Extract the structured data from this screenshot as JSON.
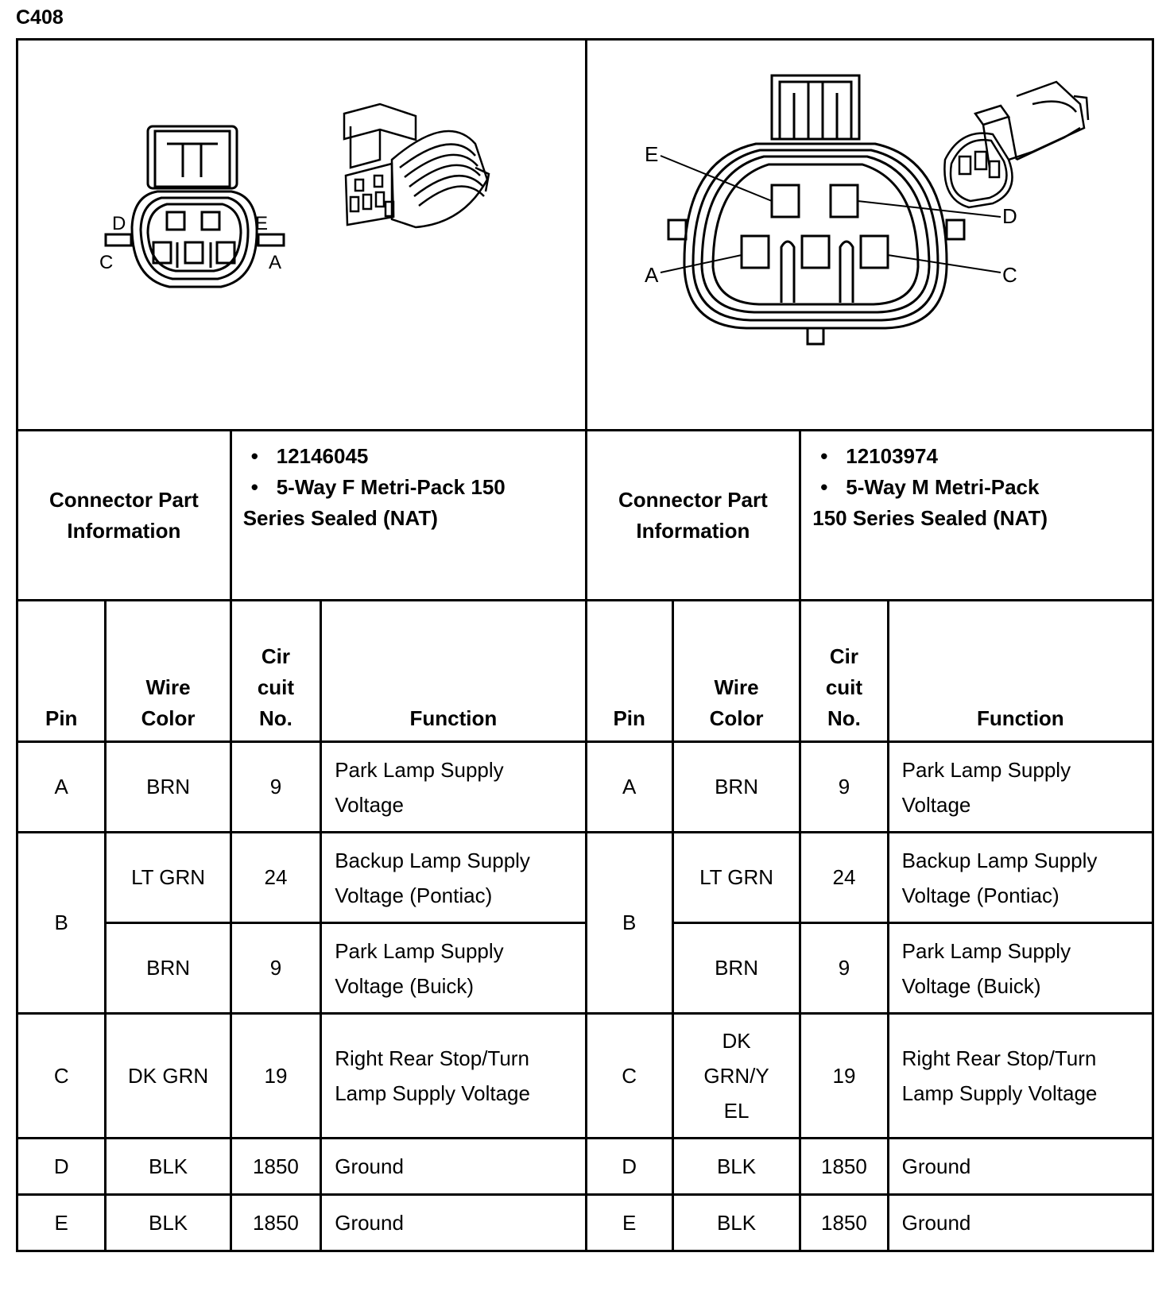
{
  "title": "C408",
  "left": {
    "pins": {
      "D": "D",
      "E": "E",
      "C": "C",
      "A": "A"
    },
    "info_label": [
      "Connector Part",
      "Information"
    ],
    "info": [
      "12146045",
      "5-Way F Metri-Pack 150",
      "Series Sealed (NAT)"
    ]
  },
  "right": {
    "pins": {
      "E": "E",
      "D": "D",
      "A": "A",
      "C": "C"
    },
    "info_label": [
      "Connector Part",
      "Information"
    ],
    "info": [
      "12103974",
      "5-Way M Metri-Pack",
      "150 Series Sealed (NAT)"
    ]
  },
  "headers": {
    "pin": "Pin",
    "wire_color": [
      "Wire",
      "Color"
    ],
    "circuit": [
      "Cir",
      "cuit",
      "No."
    ],
    "function": "Function"
  },
  "left_rows": [
    {
      "pin": "A",
      "color": "BRN",
      "circuit": "9",
      "function": [
        "Park Lamp Supply",
        "Voltage"
      ]
    },
    {
      "pin": "B",
      "color": "LT GRN",
      "circuit": "24",
      "function": [
        "Backup Lamp Supply",
        "Voltage (Pontiac)"
      ]
    },
    {
      "pin": "",
      "color": "BRN",
      "circuit": "9",
      "function": [
        "Park Lamp Supply",
        "Voltage (Buick)"
      ]
    },
    {
      "pin": "C",
      "color": "DK GRN",
      "circuit": "19",
      "function": [
        "Right Rear Stop/Turn",
        "Lamp Supply Voltage"
      ]
    },
    {
      "pin": "D",
      "color": "BLK",
      "circuit": "1850",
      "function": [
        "Ground"
      ]
    },
    {
      "pin": "E",
      "color": "BLK",
      "circuit": "1850",
      "function": [
        "Ground"
      ]
    }
  ],
  "right_rows": [
    {
      "pin": "A",
      "color": "BRN",
      "circuit": "9",
      "function": [
        "Park Lamp Supply",
        "Voltage"
      ]
    },
    {
      "pin": "B",
      "color": "LT GRN",
      "circuit": "24",
      "function": [
        "Backup Lamp Supply",
        "Voltage (Pontiac)"
      ]
    },
    {
      "pin": "",
      "color": "BRN",
      "circuit": "9",
      "function": [
        "Park Lamp Supply",
        "Voltage (Buick)"
      ]
    },
    {
      "pin": "C",
      "color": [
        "DK",
        "GRN/Y",
        "EL"
      ],
      "circuit": "19",
      "function": [
        "Right Rear Stop/Turn",
        "Lamp Supply Voltage"
      ]
    },
    {
      "pin": "D",
      "color": "BLK",
      "circuit": "1850",
      "function": [
        "Ground"
      ]
    },
    {
      "pin": "E",
      "color": "BLK",
      "circuit": "1850",
      "function": [
        "Ground"
      ]
    }
  ]
}
